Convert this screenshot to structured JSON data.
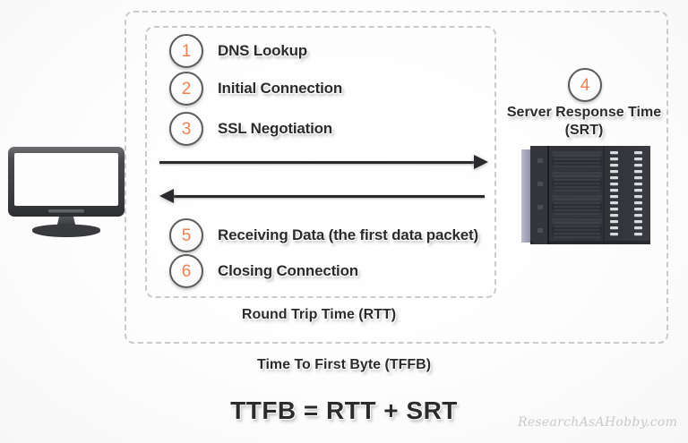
{
  "diagram": {
    "title_formula": "TTFB = RTT + SRT",
    "outer_region_label": "Time To First Byte (TFFB)",
    "inner_region_label": "Round Trip Time (RTT)",
    "watermark": "ResearchAsAHobby.com",
    "accent_color": "#ef8050",
    "line_color": "#2a2a2c",
    "dash_color": "#c9cacd",
    "steps": [
      {
        "number": "1",
        "label": "DNS Lookup"
      },
      {
        "number": "2",
        "label": "Initial Connection"
      },
      {
        "number": "3",
        "label": "SSL Negotiation"
      },
      {
        "number": "5",
        "label": "Receiving Data (the first data packet)"
      },
      {
        "number": "6",
        "label": "Closing Connection"
      }
    ],
    "server": {
      "number": "4",
      "label_line1": "Server Response Time",
      "label_line2": "(SRT)",
      "icon": "server-rack-icon"
    },
    "client": {
      "icon": "desktop-monitor-icon"
    },
    "arrows": {
      "request": "request-arrow-right",
      "response": "response-arrow-left"
    }
  }
}
